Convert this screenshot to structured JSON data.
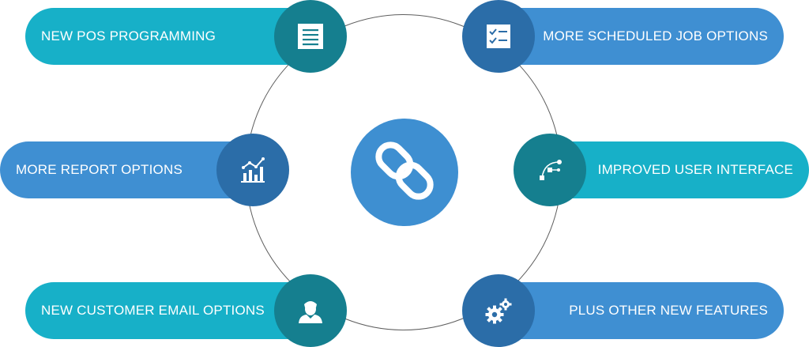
{
  "center": {
    "icon": "chain-link-icon"
  },
  "features": [
    {
      "label": "NEW POS PROGRAMMING",
      "icon": "document-icon",
      "pill_color": "#17b0c8",
      "node_color": "#157f8f"
    },
    {
      "label": "MORE SCHEDULED JOB OPTIONS",
      "icon": "checklist-icon",
      "pill_color": "#3f8fd2",
      "node_color": "#2b6da8"
    },
    {
      "label": "MORE REPORT OPTIONS",
      "icon": "bar-chart-icon",
      "pill_color": "#3f8fd2",
      "node_color": "#2b6da8"
    },
    {
      "label": "IMPROVED USER INTERFACE",
      "icon": "bezier-curve-icon",
      "pill_color": "#17b0c8",
      "node_color": "#157f8f"
    },
    {
      "label": "NEW CUSTOMER EMAIL OPTIONS",
      "icon": "user-icon",
      "pill_color": "#17b0c8",
      "node_color": "#157f8f"
    },
    {
      "label": "PLUS OTHER NEW FEATURES",
      "icon": "gears-icon",
      "pill_color": "#3f8fd2",
      "node_color": "#2b6da8"
    }
  ]
}
